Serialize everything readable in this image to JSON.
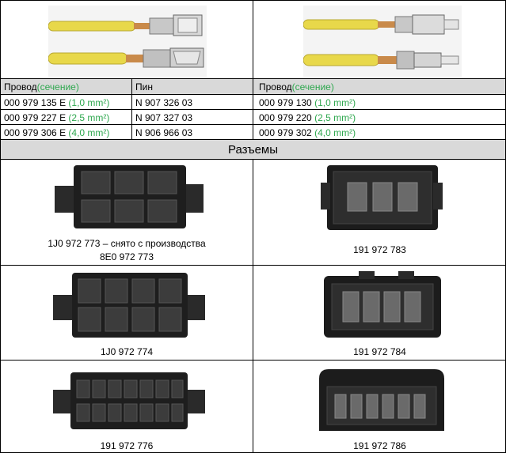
{
  "wires_table": {
    "left_headers": {
      "wire": "Провод",
      "section": "(сечение)",
      "pin": "Пин"
    },
    "right_headers": {
      "wire": "Провод",
      "section": "(сечение)"
    },
    "rows": [
      {
        "left_wire": "000 979 135 E",
        "left_section": "(1,0 mm²)",
        "pin": "N 907 326 03",
        "right_wire": "000 979 130",
        "right_section": "(1,0 mm²)"
      },
      {
        "left_wire": "000 979 227 E",
        "left_section": "(2,5 mm²)",
        "pin": "N 907 327 03",
        "right_wire": "000 979 220",
        "right_section": "(2,5 mm²)"
      },
      {
        "left_wire": "000 979 306 E",
        "left_section": "(4,0 mm²)",
        "pin": "N 906 966 03",
        "right_wire": "000 979 302",
        "right_section": "(4,0 mm²)"
      }
    ]
  },
  "section_title": "Разъемы",
  "connectors": [
    {
      "caption_line1": "1J0 972 773 – снято с производства",
      "caption_line2": "8E0 972 773"
    },
    {
      "caption_line1": "191  972 783"
    },
    {
      "caption_line1": "1J0 972 774"
    },
    {
      "caption_line1": "191  972 784"
    },
    {
      "caption_line1": "191  972 776"
    },
    {
      "caption_line1": "191  972 786"
    }
  ],
  "colors": {
    "accent_green": "#2fa84f",
    "header_gray": "#d9d9d9",
    "wire_yellow": "#e8d84a"
  }
}
